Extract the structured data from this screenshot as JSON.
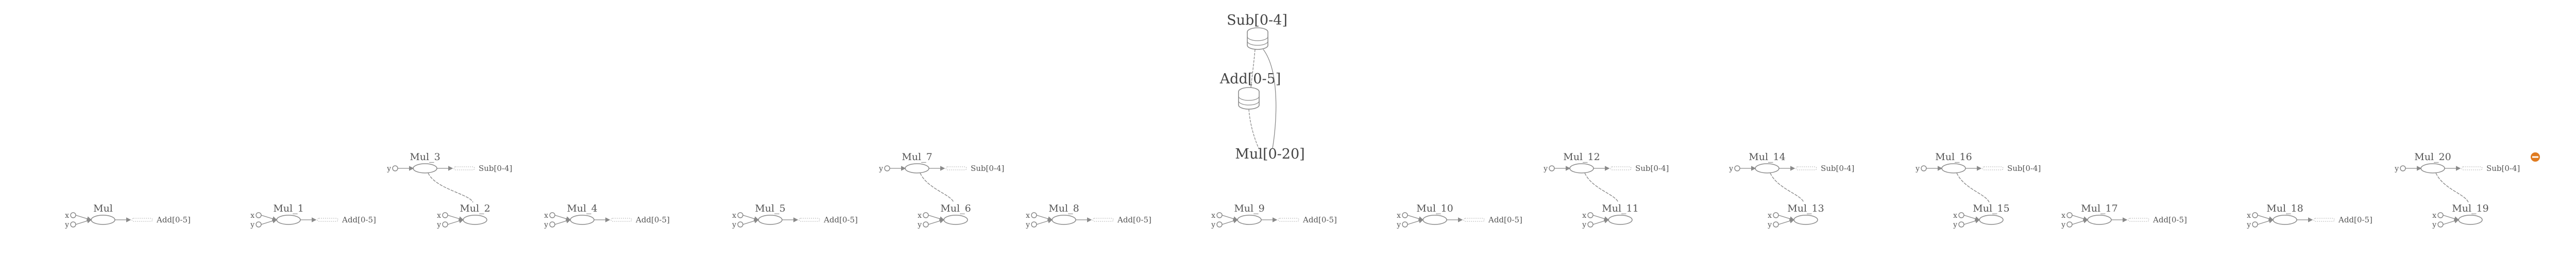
{
  "diagram": {
    "top": {
      "sub": "Sub[0-4]",
      "add": "Add[0-5]",
      "mul": "Mul[0-20]"
    },
    "colors": {
      "stroke": "#8a8a8a",
      "text": "#555555",
      "badge": "#e07b20"
    },
    "badge_icon": "minus-circle-icon",
    "upper_nodes": [
      {
        "title": "Mul_3",
        "input": "y",
        "output": "Sub[0-4]"
      },
      {
        "title": "Mul_7",
        "input": "y",
        "output": "Sub[0-4]"
      },
      {
        "title": "Mul_12",
        "input": "y",
        "output": "Sub[0-4]"
      },
      {
        "title": "Mul_14",
        "input": "y",
        "output": "Sub[0-4]"
      },
      {
        "title": "Mul_16",
        "input": "y",
        "output": "Sub[0-4]"
      },
      {
        "title": "Mul_20",
        "input": "y",
        "output": "Sub[0-4]"
      }
    ],
    "lower_nodes": [
      {
        "title": "Mul",
        "inputs": [
          "x",
          "y"
        ],
        "output": "Add[0-5]"
      },
      {
        "title": "Mul_1",
        "inputs": [
          "x",
          "y"
        ],
        "output": "Add[0-5]"
      },
      {
        "title": "Mul_2",
        "inputs": [
          "x",
          "y"
        ],
        "output": ""
      },
      {
        "title": "Mul_4",
        "inputs": [
          "x",
          "y"
        ],
        "output": "Add[0-5]"
      },
      {
        "title": "Mul_5",
        "inputs": [
          "x",
          "y"
        ],
        "output": "Add[0-5]"
      },
      {
        "title": "Mul_6",
        "inputs": [
          "x",
          "y"
        ],
        "output": ""
      },
      {
        "title": "Mul_8",
        "inputs": [
          "x",
          "y"
        ],
        "output": "Add[0-5]"
      },
      {
        "title": "Mul_9",
        "inputs": [
          "x",
          "y"
        ],
        "output": "Add[0-5]"
      },
      {
        "title": "Mul_10",
        "inputs": [
          "x",
          "y"
        ],
        "output": "Add[0-5]"
      },
      {
        "title": "Mul_11",
        "inputs": [
          "x",
          "y"
        ],
        "output": ""
      },
      {
        "title": "Mul_13",
        "inputs": [
          "x",
          "y"
        ],
        "output": ""
      },
      {
        "title": "Mul_15",
        "inputs": [
          "x",
          "y"
        ],
        "output": ""
      },
      {
        "title": "Mul_17",
        "inputs": [
          "x",
          "y"
        ],
        "output": "Add[0-5]"
      },
      {
        "title": "Mul_18",
        "inputs": [
          "x",
          "y"
        ],
        "output": "Add[0-5]"
      },
      {
        "title": "Mul_19",
        "inputs": [
          "x",
          "y"
        ],
        "output": ""
      }
    ],
    "links": [
      {
        "from": "Mul_3",
        "to": "Mul_2"
      },
      {
        "from": "Mul_7",
        "to": "Mul_6"
      },
      {
        "from": "Mul_12",
        "to": "Mul_11"
      },
      {
        "from": "Mul_14",
        "to": "Mul_13"
      },
      {
        "from": "Mul_16",
        "to": "Mul_15"
      },
      {
        "from": "Mul_20",
        "to": "Mul_19"
      }
    ]
  }
}
